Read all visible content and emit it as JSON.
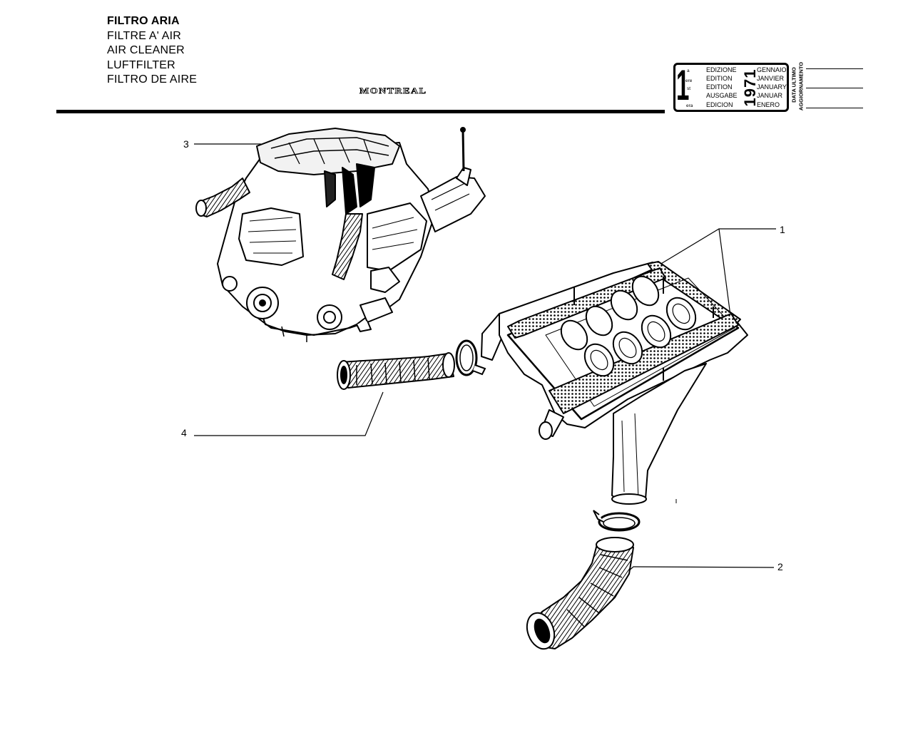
{
  "titles": [
    "FILTRO ARIA",
    "FILTRE A' AIR",
    "AIR CLEANER",
    "LUFTFILTER",
    "FILTRO DE AIRE"
  ],
  "brand": "MONTREAL",
  "edition": {
    "number": "1",
    "ordinals": [
      "a",
      "ere",
      "st",
      ".",
      "era"
    ],
    "words": [
      "EDIZIONE",
      "EDITION",
      "EDITION",
      "AUSGABE",
      "EDICION"
    ],
    "year": "1971",
    "months": [
      "GENNAIO",
      "JANVIER",
      "JANUARY",
      "JANUAR",
      "ENERO"
    ]
  },
  "last_update": [
    "DATA ULTIMO",
    "AGGIORNAMENTO"
  ],
  "callouts": [
    "1",
    "2",
    "3",
    "4"
  ],
  "parts": [
    "air-cleaner-assembly",
    "intake-hose-lower",
    "engine-assembly",
    "intake-hose-upper"
  ]
}
